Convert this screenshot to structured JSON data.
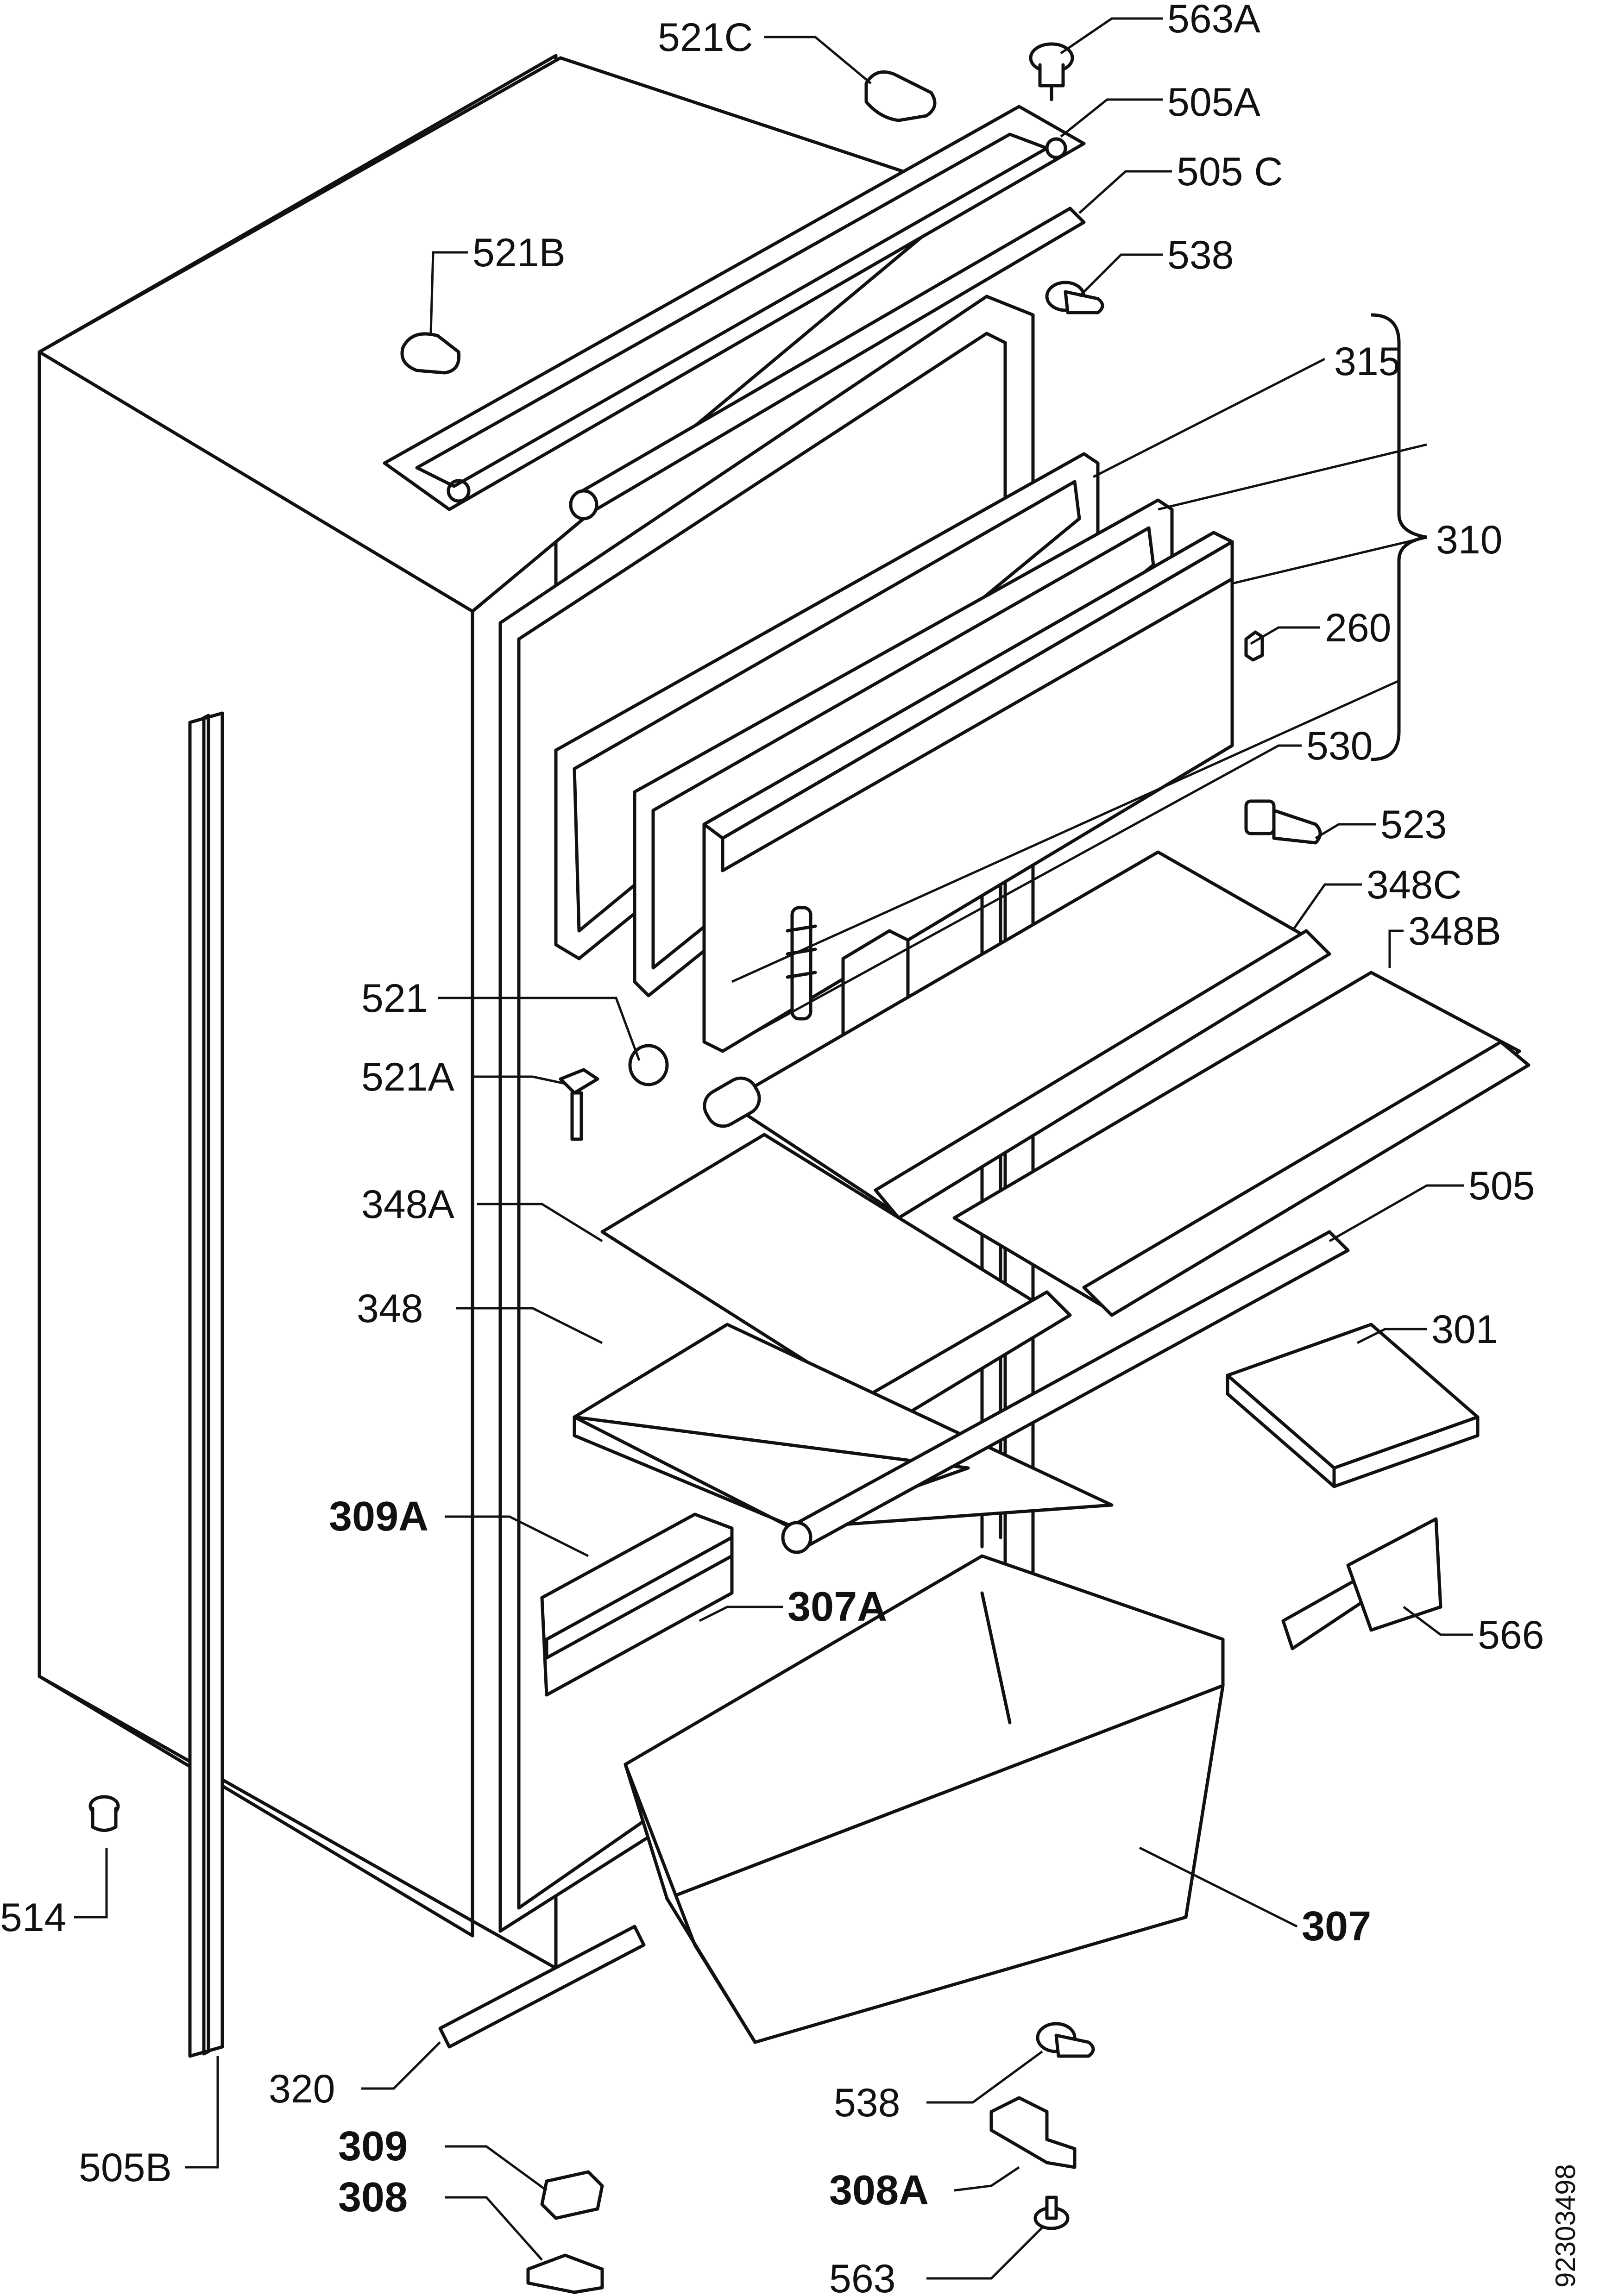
{
  "diagram": {
    "ref_number": "92303498",
    "callouts": {
      "c521C": "521C",
      "c563A": "563A",
      "c505A": "505A",
      "c505C": "505 C",
      "c521B": "521B",
      "c538_top": "538",
      "c315": "315",
      "c310": "310",
      "c260": "260",
      "c530": "530",
      "c523": "523",
      "c348C": "348C",
      "c348B": "348B",
      "c521": "521",
      "c521A": "521A",
      "c348A": "348A",
      "c505": "505",
      "c348": "348",
      "c301": "301",
      "c309A": "309A",
      "c307A": "307A",
      "c566": "566",
      "c514": "514",
      "c307": "307",
      "c320": "320",
      "c505B": "505B",
      "c538_bottom": "538",
      "c309": "309",
      "c308A": "308A",
      "c308": "308",
      "c563": "563"
    }
  }
}
